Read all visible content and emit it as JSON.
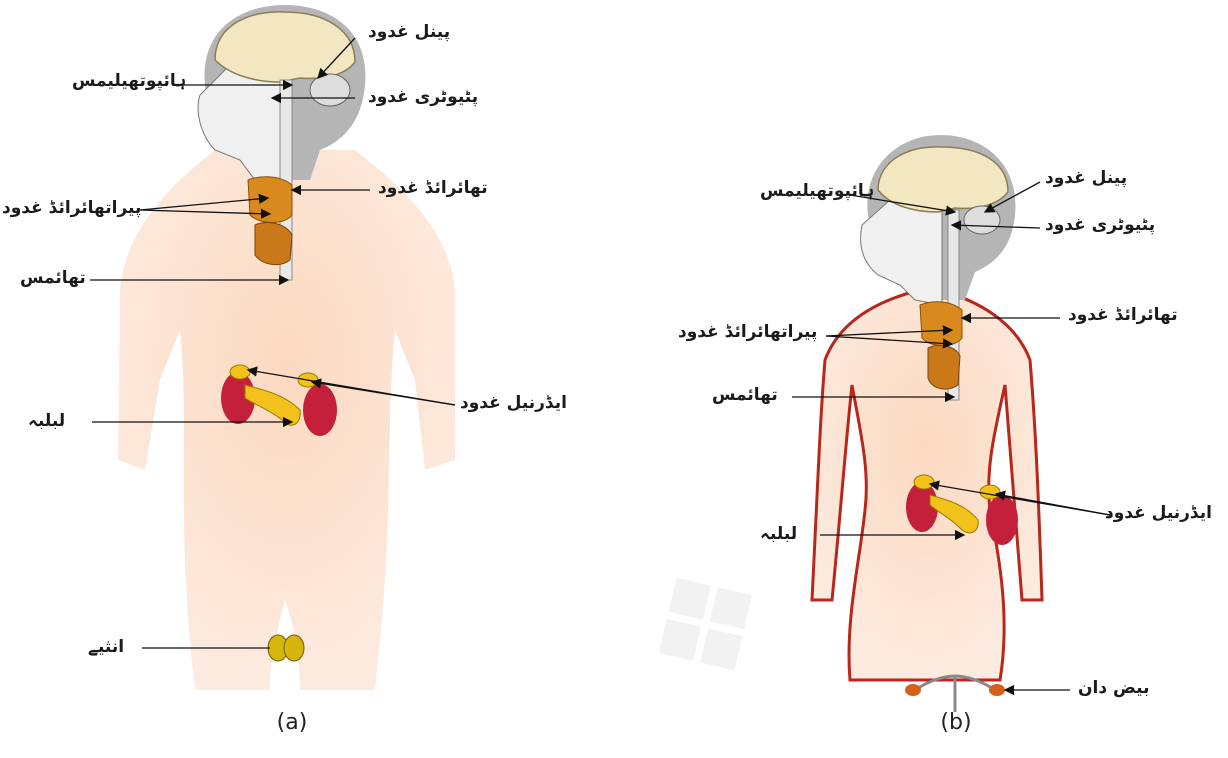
{
  "panel_a": {
    "caption": "(a)",
    "labels": {
      "pineal": "پینل غدود",
      "hypothalamus": "ہائپوتھیلیمس",
      "pituitary": "پٹیوٹری غدود",
      "thyroid": "تھائرائڈ غدود",
      "parathyroid": "پیراتھائرائڈ غدود",
      "thymus": "تھائمس",
      "adrenal": "ایڈرنیل غدود",
      "pancreas": "لبلبہ",
      "testes": "انثیے"
    }
  },
  "panel_b": {
    "caption": "(b)",
    "labels": {
      "pineal": "پینل غدود",
      "hypothalamus": "ہائپوتھیلیمس",
      "pituitary": "پٹیوٹری غدود",
      "thyroid": "تھائرائڈ غدود",
      "parathyroid": "پیراتھائرائڈ غدود",
      "thymus": "تھائمس",
      "adrenal": "ایڈرنیل غدود",
      "pancreas": "لبلبہ",
      "ovaries": "بیض دان"
    }
  },
  "colors": {
    "skin": "#f6c9a8",
    "outline_female": "#b8261c",
    "kidney": "#c41f3b",
    "pancreas": "#f2c21a",
    "gland": "#d98a1e",
    "brain": "#f3e7c2",
    "head": "#a9a9a9"
  }
}
